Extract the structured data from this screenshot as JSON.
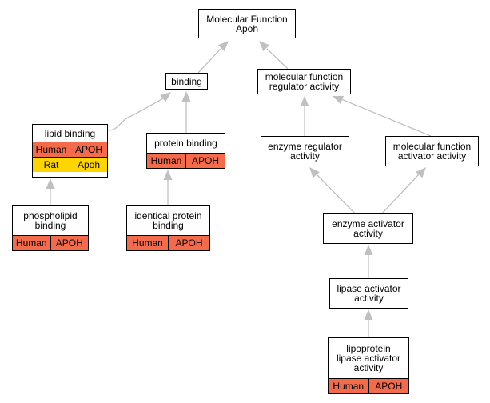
{
  "colors": {
    "edge": "#c0c0c0",
    "human": "#f46b4b",
    "rat": "#ffd500"
  },
  "nodes": {
    "root": {
      "label": "Molecular Function\nApoh"
    },
    "binding": {
      "label": "binding"
    },
    "mf_regulator": {
      "label": "molecular function\nregulator activity"
    },
    "lipid_binding": {
      "label": "lipid binding",
      "rows": [
        {
          "species": "Human",
          "gene": "APOH"
        },
        {
          "species": "Rat",
          "gene": "Apoh"
        }
      ]
    },
    "protein_binding": {
      "label": "protein binding",
      "rows": [
        {
          "species": "Human",
          "gene": "APOH"
        }
      ]
    },
    "enzyme_regulator": {
      "label": "enzyme regulator\nactivity"
    },
    "mf_activator": {
      "label": "molecular function\nactivator activity"
    },
    "phospholipid_binding": {
      "label": "phospholipid\nbinding",
      "rows": [
        {
          "species": "Human",
          "gene": "APOH"
        }
      ]
    },
    "identical_protein_binding": {
      "label": "identical protein\nbinding",
      "rows": [
        {
          "species": "Human",
          "gene": "APOH"
        }
      ]
    },
    "enzyme_activator": {
      "label": "enzyme activator\nactivity"
    },
    "lipase_activator": {
      "label": "lipase activator\nactivity"
    },
    "lipoprotein_lipase_activator": {
      "label": "lipoprotein\nlipase activator\nactivity",
      "rows": [
        {
          "species": "Human",
          "gene": "APOH"
        }
      ]
    }
  }
}
